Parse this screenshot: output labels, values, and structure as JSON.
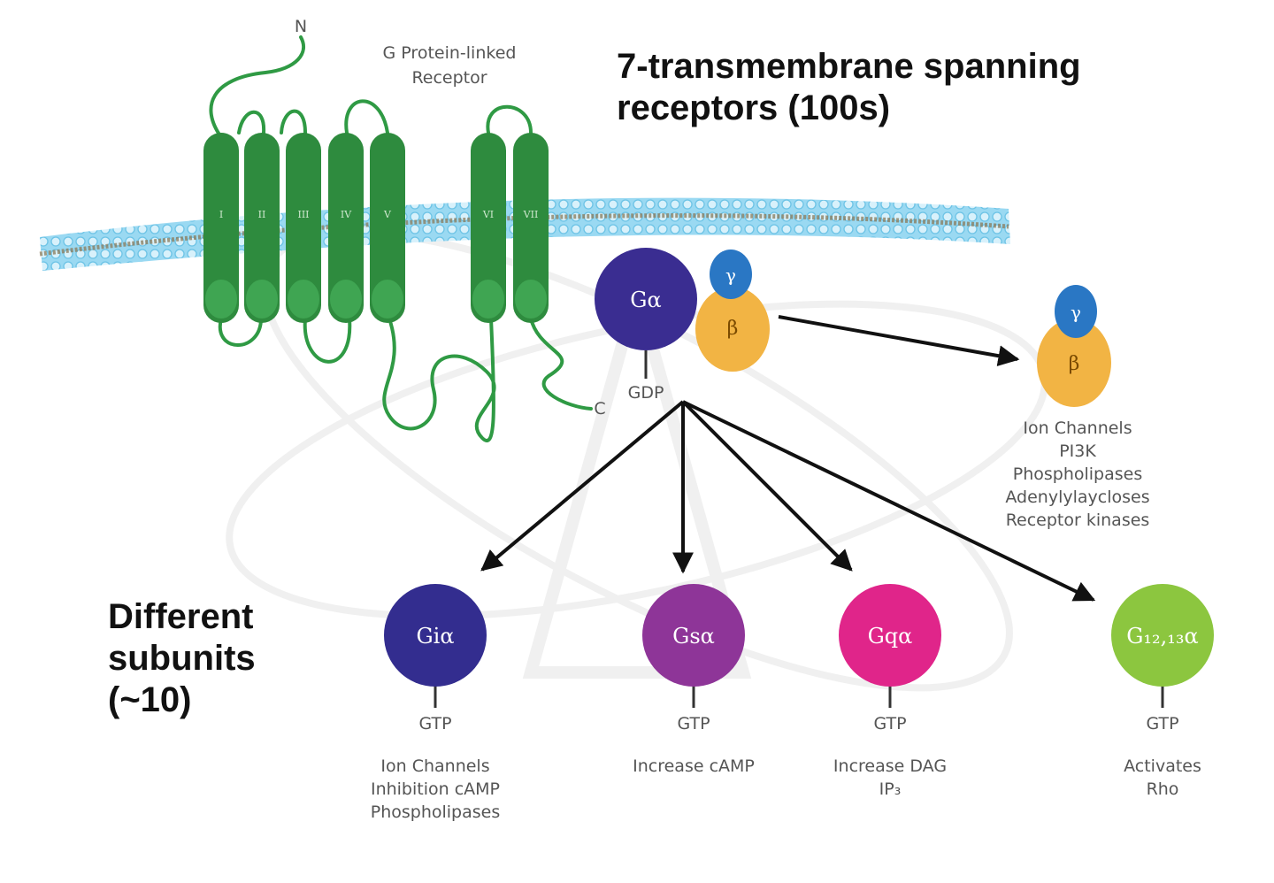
{
  "headings": {
    "receptor_line1": "7-transmembrane spanning",
    "receptor_line2": "receptors (100s)",
    "subunits_line1": "Different",
    "subunits_line2": "subunits",
    "subunits_line3": "(~10)"
  },
  "receptor": {
    "n_terminus": "N",
    "c_terminus": "C",
    "title_line1": "G Protein-linked",
    "title_line2": "Receptor",
    "helices": [
      "I",
      "II",
      "III",
      "IV",
      "V",
      "VI",
      "VII"
    ]
  },
  "heterotrimer": {
    "alpha": "Gα",
    "beta": "β",
    "gamma": "γ",
    "nucleotide": "GDP"
  },
  "beta_gamma_effectors": {
    "beta": "β",
    "gamma": "γ",
    "targets": [
      "Ion Channels",
      "PI3K",
      "Phospholipases",
      "Adenylylaycloses",
      "Receptor kinases"
    ]
  },
  "subunits": [
    {
      "name": "Giα",
      "nucleotide": "GTP",
      "effects": [
        "Ion Channels",
        "Inhibition cAMP",
        "Phospholipases"
      ],
      "color": "#332d8f"
    },
    {
      "name": "Gsα",
      "nucleotide": "GTP",
      "effects": [
        "Increase cAMP"
      ],
      "color": "#8e3598"
    },
    {
      "name": "Gqα",
      "nucleotide": "GTP",
      "effects": [
        "Increase DAG",
        "IP₃"
      ],
      "color": "#e0258a"
    },
    {
      "name": "G₁₂,₁₃α",
      "nucleotide": "GTP",
      "effects": [
        "Activates",
        "Rho"
      ],
      "color": "#8cc63f"
    }
  ],
  "colors": {
    "helix_green": "#2e8b3e",
    "loop_green": "#2f9a44",
    "membrane_blue": "#7fd0ee",
    "g_alpha": "#3a2d91",
    "beta_orange": "#f2b444",
    "gamma_blue": "#2a77c4"
  }
}
